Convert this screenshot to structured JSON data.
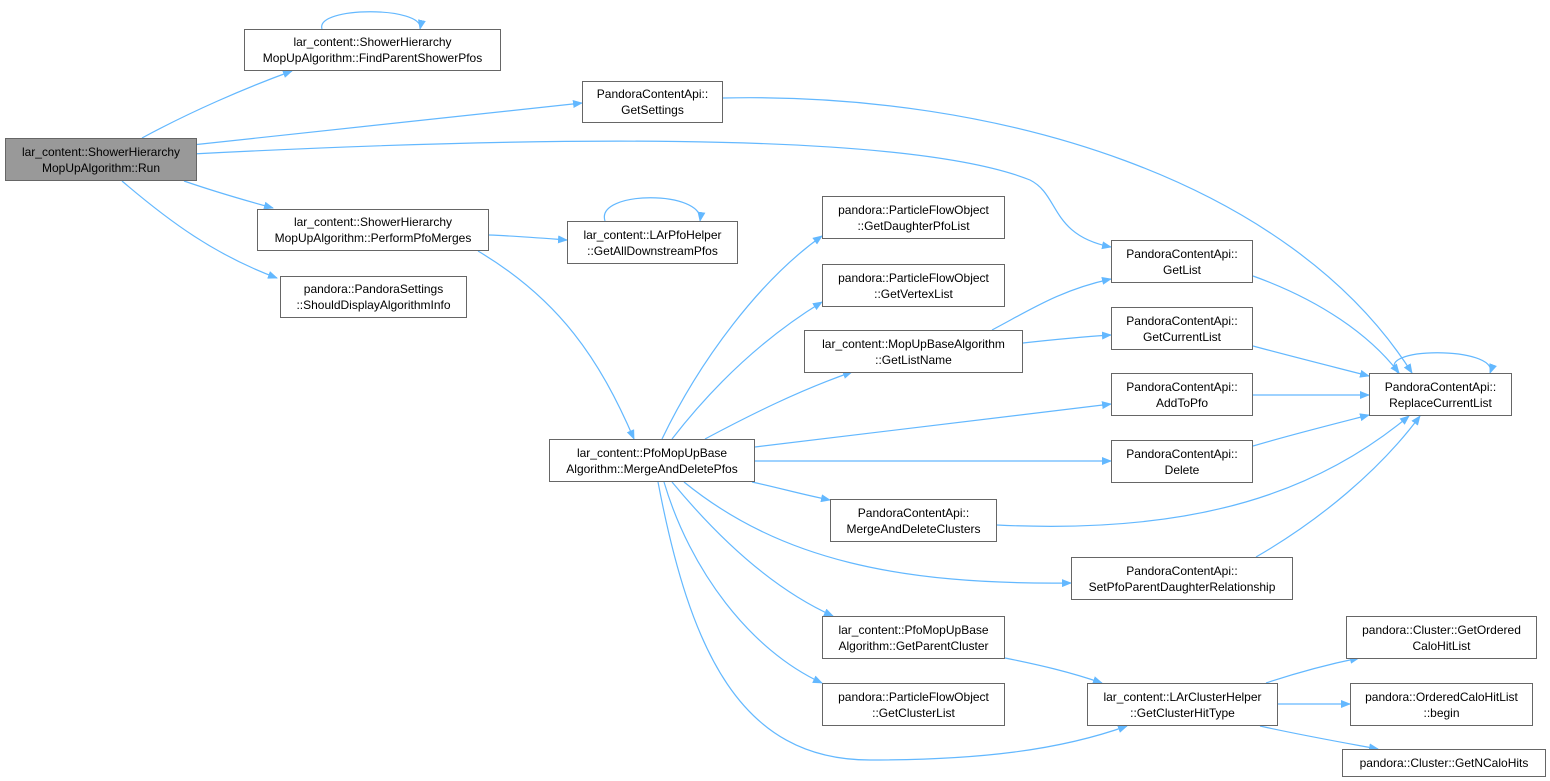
{
  "graph": {
    "colors": {
      "edge": "#63b8ff",
      "node_border": "#666666",
      "root_fill": "#999999",
      "node_fill": "#ffffff"
    },
    "nodes": [
      {
        "id": "run",
        "lines": [
          "lar_content::ShowerHierarchy",
          "MopUpAlgorithm::Run"
        ],
        "root": true
      },
      {
        "id": "find_parent",
        "lines": [
          "lar_content::ShowerHierarchy",
          "MopUpAlgorithm::FindParentShowerPfos"
        ]
      },
      {
        "id": "get_settings",
        "lines": [
          "PandoraContentApi::",
          "GetSettings"
        ]
      },
      {
        "id": "perform_merges",
        "lines": [
          "lar_content::ShowerHierarchy",
          "MopUpAlgorithm::PerformPfoMerges"
        ]
      },
      {
        "id": "should_display",
        "lines": [
          "pandora::PandoraSettings",
          "::ShouldDisplayAlgorithmInfo"
        ]
      },
      {
        "id": "get_all_downstream",
        "lines": [
          "lar_content::LArPfoHelper",
          "::GetAllDownstreamPfos"
        ]
      },
      {
        "id": "merge_delete_pfos",
        "lines": [
          "lar_content::PfoMopUpBase",
          "Algorithm::MergeAndDeletePfos"
        ]
      },
      {
        "id": "get_daughter",
        "lines": [
          "pandora::ParticleFlowObject",
          "::GetDaughterPfoList"
        ]
      },
      {
        "id": "get_vertex",
        "lines": [
          "pandora::ParticleFlowObject",
          "::GetVertexList"
        ]
      },
      {
        "id": "get_list_name",
        "lines": [
          "lar_content::MopUpBaseAlgorithm",
          "::GetListName"
        ]
      },
      {
        "id": "get_list",
        "lines": [
          "PandoraContentApi::",
          "GetList"
        ]
      },
      {
        "id": "get_current_list",
        "lines": [
          "PandoraContentApi::",
          "GetCurrentList"
        ]
      },
      {
        "id": "add_to_pfo",
        "lines": [
          "PandoraContentApi::",
          "AddToPfo"
        ]
      },
      {
        "id": "delete",
        "lines": [
          "PandoraContentApi::",
          "Delete"
        ]
      },
      {
        "id": "replace_current",
        "lines": [
          "PandoraContentApi::",
          "ReplaceCurrentList"
        ]
      },
      {
        "id": "merge_delete_clusters",
        "lines": [
          "PandoraContentApi::",
          "MergeAndDeleteClusters"
        ]
      },
      {
        "id": "set_parent_daughter",
        "lines": [
          "PandoraContentApi::",
          "SetPfoParentDaughterRelationship"
        ]
      },
      {
        "id": "get_parent_cluster",
        "lines": [
          "lar_content::PfoMopUpBase",
          "Algorithm::GetParentCluster"
        ]
      },
      {
        "id": "get_cluster_list",
        "lines": [
          "pandora::ParticleFlowObject",
          "::GetClusterList"
        ]
      },
      {
        "id": "get_cluster_hit_type",
        "lines": [
          "lar_content::LArClusterHelper",
          "::GetClusterHitType"
        ]
      },
      {
        "id": "get_ordered_calo",
        "lines": [
          "pandora::Cluster::GetOrdered",
          "CaloHitList"
        ]
      },
      {
        "id": "ordered_begin",
        "lines": [
          "pandora::OrderedCaloHitList",
          "::begin"
        ]
      },
      {
        "id": "get_n_calo_hits",
        "lines": [
          "pandora::Cluster::GetNCaloHits"
        ]
      }
    ],
    "edges": [
      [
        "run",
        "find_parent"
      ],
      [
        "run",
        "get_settings"
      ],
      [
        "run",
        "get_list"
      ],
      [
        "run",
        "perform_merges"
      ],
      [
        "run",
        "should_display"
      ],
      [
        "find_parent",
        "find_parent"
      ],
      [
        "get_settings",
        "replace_current"
      ],
      [
        "perform_merges",
        "get_all_downstream"
      ],
      [
        "perform_merges",
        "merge_delete_pfos"
      ],
      [
        "get_all_downstream",
        "get_all_downstream"
      ],
      [
        "merge_delete_pfos",
        "get_daughter"
      ],
      [
        "merge_delete_pfos",
        "get_vertex"
      ],
      [
        "merge_delete_pfos",
        "get_list_name"
      ],
      [
        "merge_delete_pfos",
        "add_to_pfo"
      ],
      [
        "merge_delete_pfos",
        "delete"
      ],
      [
        "merge_delete_pfos",
        "merge_delete_clusters"
      ],
      [
        "merge_delete_pfos",
        "set_parent_daughter"
      ],
      [
        "merge_delete_pfos",
        "get_parent_cluster"
      ],
      [
        "merge_delete_pfos",
        "get_cluster_list"
      ],
      [
        "merge_delete_pfos",
        "get_cluster_hit_type"
      ],
      [
        "get_list_name",
        "get_list"
      ],
      [
        "get_list_name",
        "get_current_list"
      ],
      [
        "get_list",
        "replace_current"
      ],
      [
        "get_current_list",
        "replace_current"
      ],
      [
        "add_to_pfo",
        "replace_current"
      ],
      [
        "delete",
        "replace_current"
      ],
      [
        "merge_delete_clusters",
        "replace_current"
      ],
      [
        "set_parent_daughter",
        "replace_current"
      ],
      [
        "replace_current",
        "replace_current"
      ],
      [
        "get_parent_cluster",
        "get_cluster_hit_type"
      ],
      [
        "get_cluster_hit_type",
        "get_ordered_calo"
      ],
      [
        "get_cluster_hit_type",
        "ordered_begin"
      ],
      [
        "get_cluster_hit_type",
        "get_n_calo_hits"
      ]
    ]
  }
}
